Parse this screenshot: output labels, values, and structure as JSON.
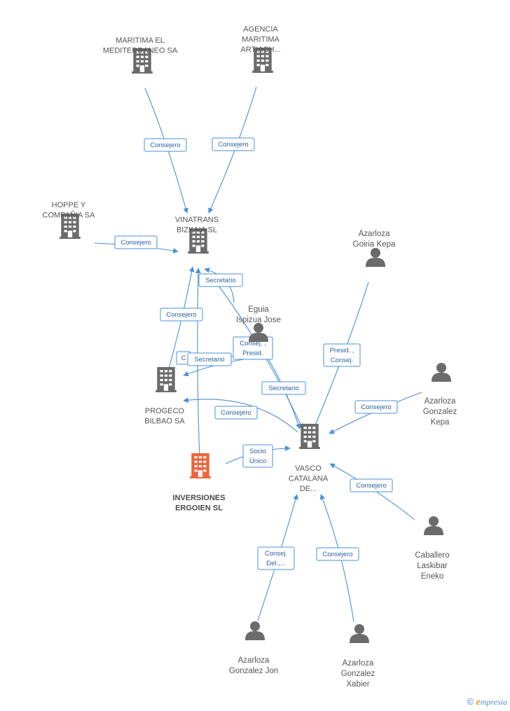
{
  "nodes": {
    "maritima": {
      "lines": [
        "MARITIMA EL",
        "MEDITERRANEO SA"
      ],
      "kind": "company"
    },
    "agencia": {
      "lines": [
        "AGENCIA",
        "MARITIMA",
        "ARTIACH..."
      ],
      "kind": "company"
    },
    "hoppe": {
      "lines": [
        "HOPPE Y",
        "COMPAÑIA SA"
      ],
      "kind": "company"
    },
    "vinatrans": {
      "lines": [
        "VINATRANS",
        "BIZKAIA SL"
      ],
      "kind": "company"
    },
    "goiria": {
      "lines": [
        "Azarloza",
        "Goiria Kepa"
      ],
      "kind": "person"
    },
    "eguia": {
      "lines": [
        "Eguia",
        "Ispizua Jose"
      ],
      "kind": "person"
    },
    "progeco": {
      "lines": [
        "PROGECO",
        "BILBAO SA"
      ],
      "kind": "company"
    },
    "gkepa": {
      "lines": [
        "Azarloza",
        "Gonzalez",
        "Kepa"
      ],
      "kind": "person"
    },
    "vasco": {
      "lines": [
        "VASCO",
        "CATALANA",
        "DE..."
      ],
      "kind": "company"
    },
    "inversiones": {
      "lines": [
        "INVERSIONES",
        "ERGOIEN SL"
      ],
      "kind": "main"
    },
    "caballero": {
      "lines": [
        "Caballero",
        "Laskibar",
        "Eneko"
      ],
      "kind": "person"
    },
    "gjon": {
      "lines": [
        "Azarloza",
        "Gonzalez Jon"
      ],
      "kind": "person"
    },
    "gxabier": {
      "lines": [
        "Azarloza",
        "Gonzalez",
        "Xabier"
      ],
      "kind": "person"
    }
  },
  "edge_labels": {
    "maritima_vinatrans": [
      "Consejero"
    ],
    "agencia_vinatrans": [
      "Consejero"
    ],
    "hoppe_vinatrans": [
      "Consejero"
    ],
    "eguia_vinatrans_sec": [
      "Secretario"
    ],
    "progeco_vinatrans": [
      "Consejero"
    ],
    "eguia_progeco_c": [
      "C"
    ],
    "eguia_progeco_sec": [
      "Secretario"
    ],
    "eguia_vasco_pres": [
      "Consej. ,",
      "Presid."
    ],
    "eguia_vasco_sec": [
      "Secretario"
    ],
    "goiria_vasco": [
      "Presid. ,",
      "Consej."
    ],
    "vasco_progeco": [
      "Consejero"
    ],
    "gkepa_vasco": [
      "Consejero"
    ],
    "inversiones_vasco": [
      "Socio",
      "Único"
    ],
    "caballero_vasco": [
      "Consejero"
    ],
    "gjon_vasco": [
      "Consej.",
      "Del.,..."
    ],
    "gxabier_vasco": [
      "Consejero"
    ]
  },
  "colors": {
    "edge": "#4a90d9",
    "company_icon": "#6b6b6b",
    "person_icon": "#6b6b6b",
    "main_icon": "#f0643a"
  },
  "footer": {
    "copyright": "©",
    "brand_e": "e",
    "brand_rest": "mpresia"
  }
}
